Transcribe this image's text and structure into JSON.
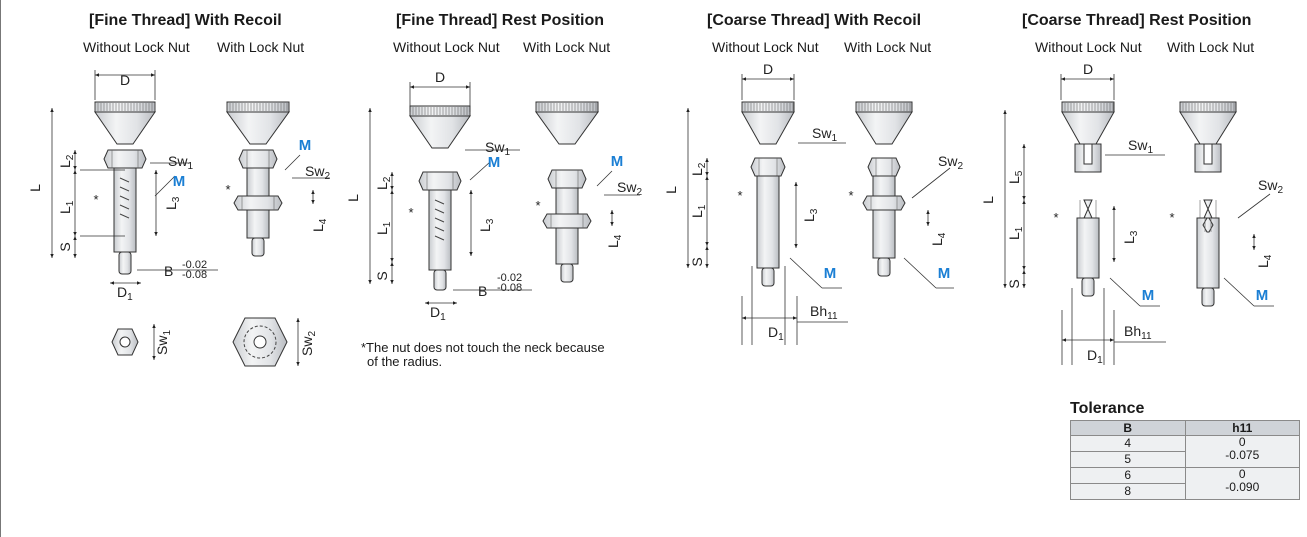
{
  "sections": [
    {
      "title": "[Fine Thread] With Recoil",
      "left": "Without Lock Nut",
      "right": "With Lock Nut"
    },
    {
      "title": "[Fine Thread] Rest Position",
      "left": "Without Lock Nut",
      "right": "With Lock Nut"
    },
    {
      "title": "[Coarse Thread] With Recoil",
      "left": "Without Lock Nut",
      "right": "With Lock Nut"
    },
    {
      "title": "[Coarse Thread] Rest Position",
      "left": "Without Lock Nut",
      "right": "With Lock Nut"
    }
  ],
  "labels": {
    "D": "D",
    "L": "L",
    "L1": "L1",
    "L2": "L2",
    "L3": "L3",
    "L4": "L4",
    "L5": "L5",
    "S": "S",
    "SW1": "SW1",
    "SW2": "SW2",
    "M": "M",
    "B": "B",
    "D1": "D1",
    "Bh11": "Bh11",
    "tol_upper": "-0.02",
    "tol_lower": "-0.08",
    "star": "*"
  },
  "note": "*The nut does not touch the neck because of the radius.",
  "note_line1": "*The nut does not touch the neck because",
  "note_line2": "of the radius.",
  "tolerance": {
    "title": "Tolerance",
    "headers": [
      "B",
      "h11"
    ],
    "rows": [
      {
        "b": [
          "4",
          "5"
        ],
        "h11": [
          "0",
          "-0.075"
        ]
      },
      {
        "b": [
          "6",
          "8"
        ],
        "h11": [
          "0",
          "-0.090"
        ]
      }
    ]
  },
  "colors": {
    "accent_blue": "#1b7fd4",
    "table_header": "#cfd3d8",
    "table_body": "#eef0f2"
  }
}
